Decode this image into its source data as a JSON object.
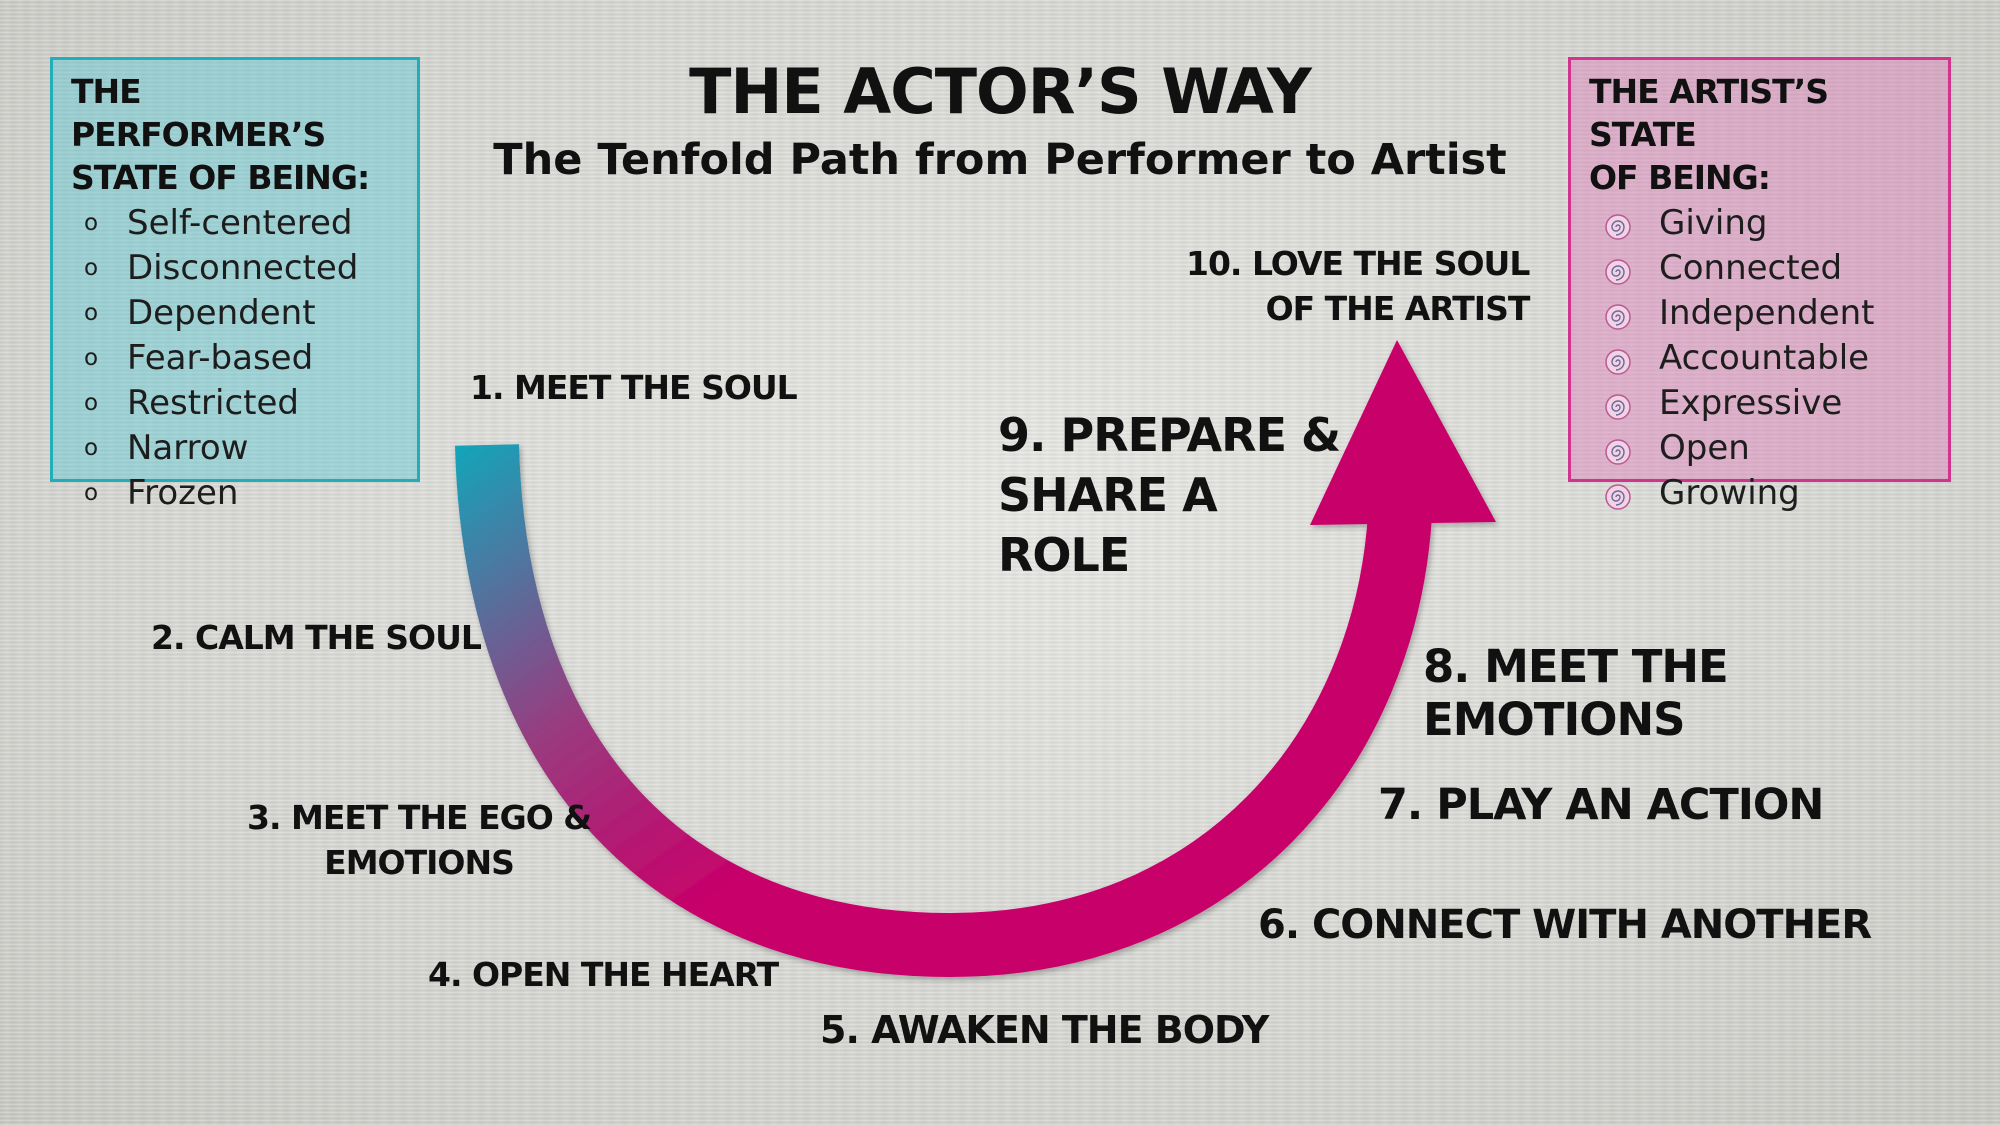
{
  "title": "THE ACTOR’S WAY",
  "subtitle": "The Tenfold Path from Performer to Artist",
  "performer_state": {
    "heading_line1": "THE PERFORMER’S",
    "heading_line2": "STATE OF BEING:",
    "bullet_glyph": "o",
    "items": [
      "Self-centered",
      "Disconnected",
      "Dependent",
      "Fear-based",
      "Restricted",
      "Narrow",
      "Frozen"
    ],
    "color": "#21aeb8"
  },
  "artist_state": {
    "heading_line1": "THE ARTIST’S STATE",
    "heading_line2": "OF BEING:",
    "bullet_icon": "spiral-icon",
    "items": [
      "Giving",
      "Connected",
      "Independent",
      "Accountable",
      "Expressive",
      "Open",
      "Growing"
    ],
    "color": "#d0348d"
  },
  "steps": [
    {
      "label": "1. MEET THE SOUL"
    },
    {
      "label": "2. CALM THE SOUL"
    },
    {
      "label": "3. MEET THE EGO &\nEMOTIONS"
    },
    {
      "label": "4. OPEN THE HEART"
    },
    {
      "label": "5. AWAKEN THE BODY"
    },
    {
      "label": "6. CONNECT WITH ANOTHER"
    },
    {
      "label": "7. PLAY AN ACTION"
    },
    {
      "label": "8. MEET THE EMOTIONS"
    },
    {
      "label": "9. PREPARE &\nSHARE A\nROLE"
    },
    {
      "label": "10. LOVE THE SOUL\nOF THE ARTIST"
    }
  ],
  "path_arrow": {
    "start_color": "#17a2b8",
    "mid_color": "#9a3a7f",
    "end_color": "#c8006a"
  }
}
